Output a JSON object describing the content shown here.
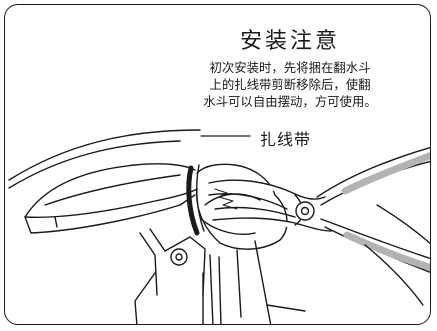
{
  "notice": {
    "title": "安装注意",
    "lines": [
      "初次安装时，先将捆在翻水斗",
      "上的扎线带剪断移除后，使翻",
      "水斗可以自由摆动，方可使用。"
    ],
    "callout_label": "扎线带"
  }
}
